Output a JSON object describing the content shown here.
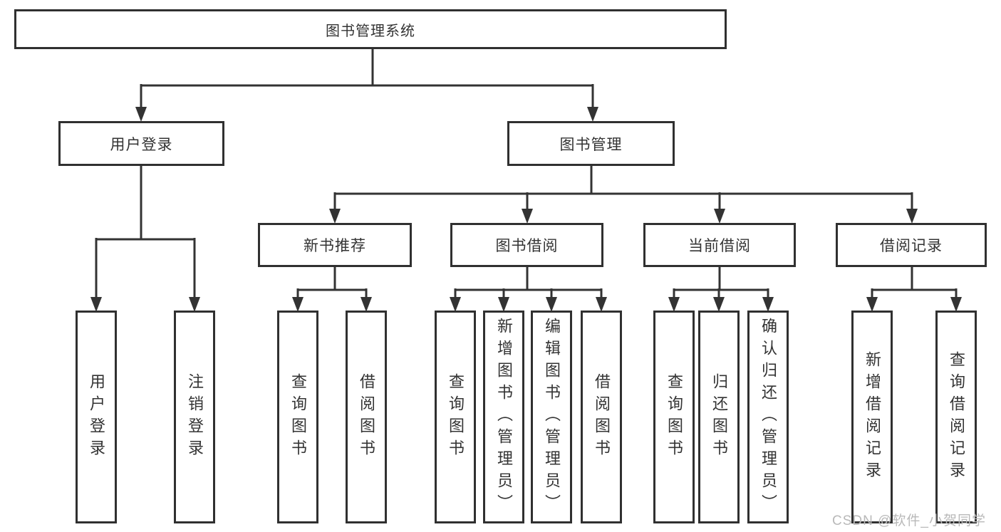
{
  "diagram": {
    "root": {
      "label": "图书管理系统"
    },
    "branches": [
      {
        "label": "用户登录",
        "children": [
          {
            "label": "用户登录"
          },
          {
            "label": "注销登录"
          }
        ]
      },
      {
        "label": "图书管理",
        "groups": [
          {
            "label": "新书推荐",
            "children": [
              {
                "label": "查询图书"
              },
              {
                "label": "借阅图书"
              }
            ]
          },
          {
            "label": "图书借阅",
            "children": [
              {
                "label": "查询图书"
              },
              {
                "label": "新增图书（管理员）"
              },
              {
                "label": "编辑图书（管理员）"
              },
              {
                "label": "借阅图书"
              }
            ]
          },
          {
            "label": "当前借阅",
            "children": [
              {
                "label": "查询图书"
              },
              {
                "label": "归还图书"
              },
              {
                "label": "确认归还（管理员）"
              }
            ]
          },
          {
            "label": "借阅记录",
            "children": [
              {
                "label": "新增借阅记录"
              },
              {
                "label": "查询借阅记录"
              }
            ]
          }
        ]
      }
    ]
  },
  "watermark": {
    "text": "CSDN @软件_小贺同学",
    "color": "#b9b9b9"
  },
  "colors": {
    "line": "#333333",
    "border": "#303030",
    "text": "#333333",
    "background": "#ffffff"
  }
}
